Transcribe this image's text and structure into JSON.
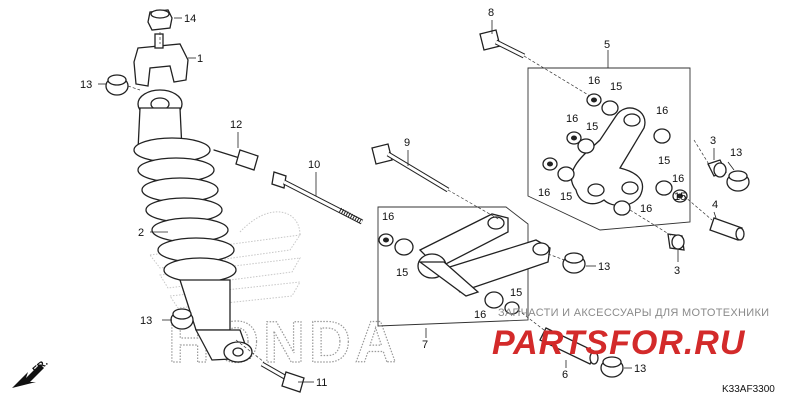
{
  "diagram": {
    "code": "K33AF3300",
    "front_marker": "FR.",
    "brand_watermark": "HONDA",
    "site_tagline": "ЗАПЧАСТИ И АКСЕССУАРЫ ДЛЯ МОТОТЕХНИКИ",
    "site_logo": "PARTSFOR.RU"
  },
  "callouts": {
    "c1": "1",
    "c2": "2",
    "c3a": "3",
    "c3b": "3",
    "c4": "4",
    "c5": "5",
    "c6": "6",
    "c7": "7",
    "c8": "8",
    "c9": "9",
    "c10": "10",
    "c11": "11",
    "c12": "12",
    "c13a": "13",
    "c13b": "13",
    "c13c": "13",
    "c13d": "13",
    "c13e": "13",
    "c14": "14",
    "c15a": "15",
    "c15b": "15",
    "c15c": "15",
    "c15d": "15",
    "c15e": "15",
    "c15f": "15",
    "c15g": "15",
    "c16a": "16",
    "c16b": "16",
    "c16c": "16",
    "c16d": "16",
    "c16e": "16",
    "c16f": "16",
    "c16g": "16",
    "c16h": "16",
    "c16i": "16"
  }
}
